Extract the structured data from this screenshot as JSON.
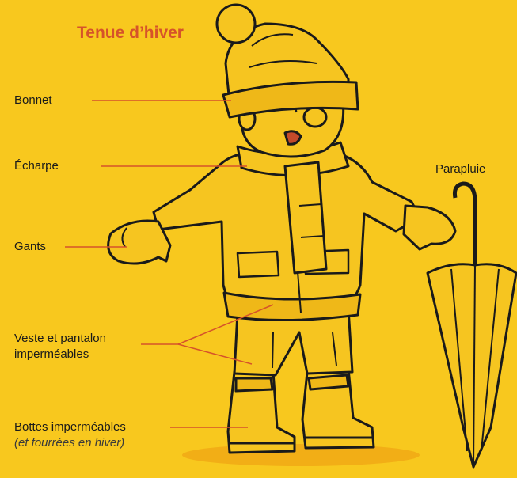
{
  "title": "Tenue d’hiver",
  "labels": {
    "bonnet": "Bonnet",
    "echarpe": "Écharpe",
    "gants": "Gants",
    "veste_line1": "Veste et pantalon",
    "veste_line2": "imperméables",
    "bottes": "Bottes imperméables",
    "bottes_note": "(et fourrées en hiver)",
    "parapluie": "Parapluie"
  },
  "colors": {
    "background": "#f8c81e",
    "title": "#d6532a",
    "leader_lines": "#d6532a",
    "outline": "#1a1a1a",
    "clothing": "#f6c520"
  }
}
